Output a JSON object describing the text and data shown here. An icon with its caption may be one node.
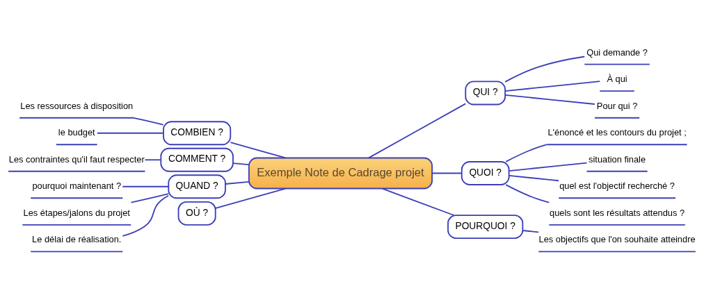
{
  "diagram": {
    "nodes": [
      {
        "text": [
          "Exemple Note de Cadrage projet"
        ]
      },
      {
        "text": [
          "COMBIEN ?"
        ]
      },
      {
        "text": [
          "Les ressources à disposition"
        ]
      },
      {
        "text": [
          "le budget"
        ]
      },
      {
        "text": [
          "COMMENT ?"
        ]
      },
      {
        "text": [
          "Les contraintes qu'il faut respecter"
        ]
      },
      {
        "text": [
          "QUAND ?"
        ]
      },
      {
        "text": [
          "pourquoi maintenant ?"
        ]
      },
      {
        "text": [
          "Les étapes/jalons du projet"
        ]
      },
      {
        "text": [
          "Le délai de réalisation."
        ]
      },
      {
        "text": [
          "OÙ ?"
        ]
      },
      {
        "text": [
          "QUI ?"
        ]
      },
      {
        "text": [
          "Qui demande ?"
        ]
      },
      {
        "text": [
          "À qui"
        ]
      },
      {
        "text": [
          "Pour qui ?"
        ]
      },
      {
        "text": [
          "QUOI ?"
        ]
      },
      {
        "text": [
          "L'énoncé et les contours du projet ;"
        ]
      },
      {
        "text": [
          "situation finale"
        ]
      },
      {
        "text": [
          "quel est l'objectif recherché ?"
        ]
      },
      {
        "text": [
          "quels sont les résultats attendus ?"
        ]
      },
      {
        "text": [
          "POURQUOI ?"
        ]
      },
      {
        "text": [
          "Les objectifs que l'on souhaite atteindre"
        ]
      }
    ],
    "edges": [
      {
        "from": 0,
        "to": 1,
        "arrow": "none"
      },
      {
        "from": 1,
        "to": 2,
        "arrow": "none"
      },
      {
        "from": 1,
        "to": 3,
        "arrow": "none"
      },
      {
        "from": 0,
        "to": 4,
        "arrow": "none"
      },
      {
        "from": 4,
        "to": 5,
        "arrow": "none"
      },
      {
        "from": 0,
        "to": 6,
        "arrow": "none"
      },
      {
        "from": 6,
        "to": 7,
        "arrow": "none"
      },
      {
        "from": 6,
        "to": 8,
        "arrow": "none"
      },
      {
        "from": 6,
        "to": 9,
        "arrow": "none"
      },
      {
        "from": 0,
        "to": 10,
        "arrow": "none"
      },
      {
        "from": 0,
        "to": 11,
        "arrow": "none"
      },
      {
        "from": 11,
        "to": 12,
        "arrow": "none"
      },
      {
        "from": 11,
        "to": 13,
        "arrow": "none"
      },
      {
        "from": 11,
        "to": 14,
        "arrow": "none"
      },
      {
        "from": 0,
        "to": 15,
        "arrow": "none"
      },
      {
        "from": 15,
        "to": 16,
        "arrow": "none"
      },
      {
        "from": 15,
        "to": 17,
        "arrow": "none"
      },
      {
        "from": 15,
        "to": 18,
        "arrow": "none"
      },
      {
        "from": 15,
        "to": 19,
        "arrow": "none"
      },
      {
        "from": 0,
        "to": 20,
        "arrow": "none"
      },
      {
        "from": 20,
        "to": 21,
        "arrow": "none"
      }
    ]
  }
}
